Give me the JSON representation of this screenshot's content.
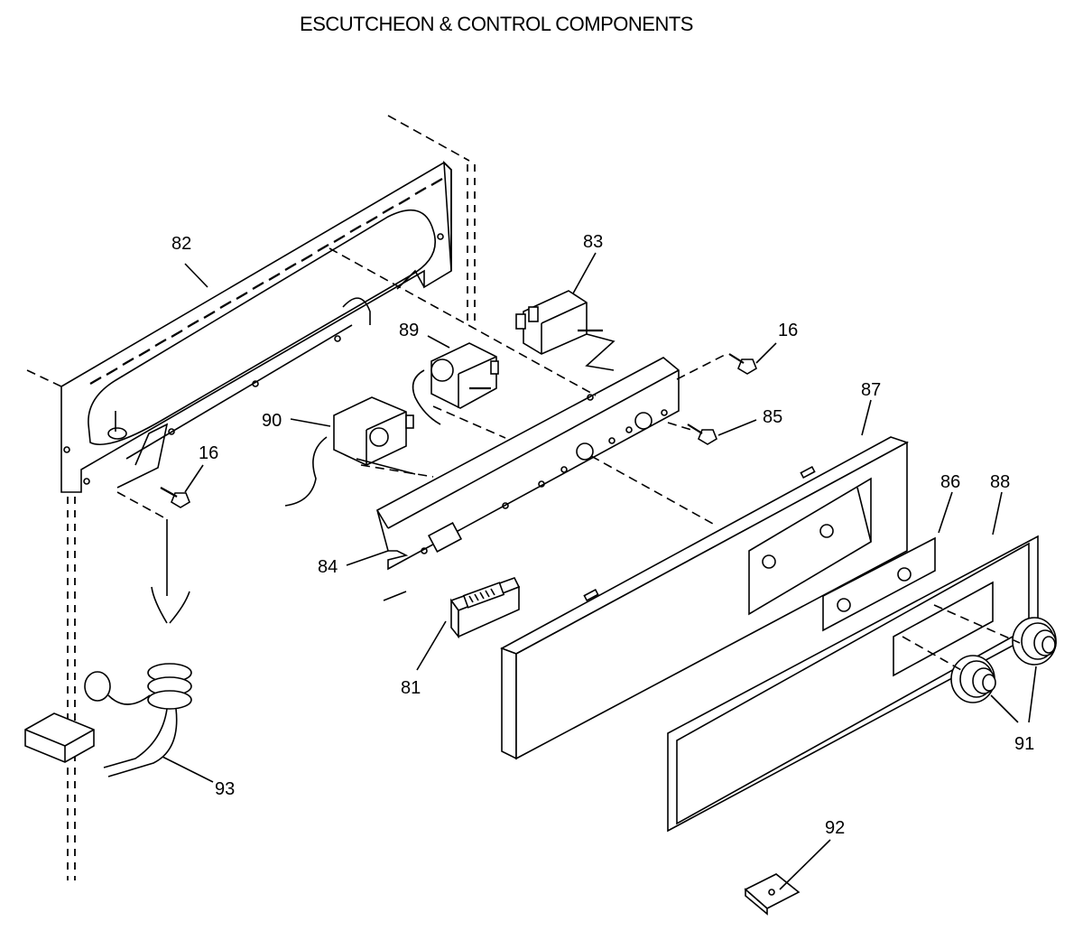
{
  "title": "ESCUTCHEON & CONTROL COMPONENTS",
  "callouts": {
    "p82": "82",
    "p83": "83",
    "p16a": "16",
    "p16b": "16",
    "p89": "89",
    "p90": "90",
    "p85": "85",
    "p87": "87",
    "p86": "86",
    "p88": "88",
    "p84": "84",
    "p81": "81",
    "p91": "91",
    "p92": "92",
    "p93": "93"
  }
}
